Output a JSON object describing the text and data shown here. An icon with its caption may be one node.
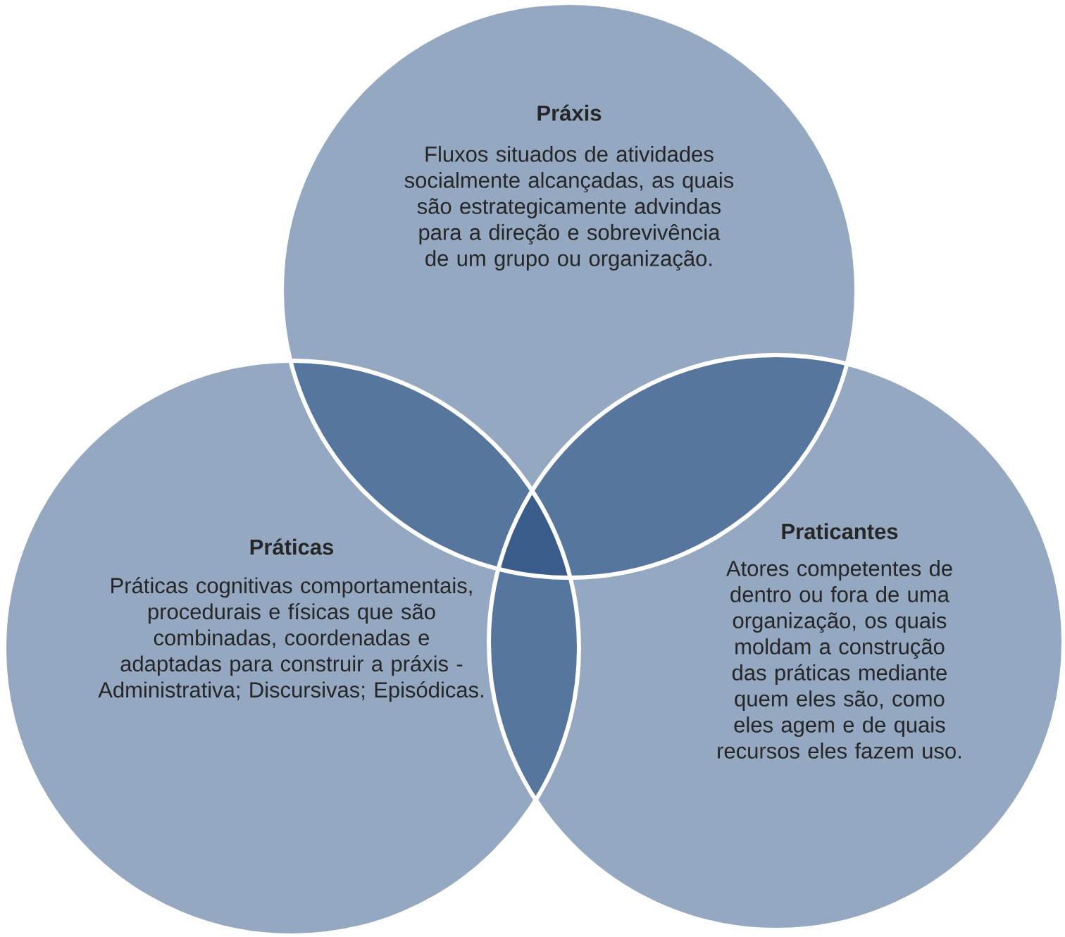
{
  "diagram": {
    "nodes": [
      {
        "text": [
          "Práxis",
          "Fluxos situados de atividades socialmente alcançadas, as quais são estrategicamente advindas para a direção e sobrevivência de um grupo ou organização."
        ]
      },
      {
        "text": [
          "Práticas",
          "Práticas cognitivas comportamentais, procedurais e físicas que são combinadas, coordenadas e adaptadas para construir a práxis - Administrativa; Discursivas; Episódicas."
        ]
      },
      {
        "text": [
          "Praticantes",
          "Atores competentes de dentro ou fora de uma organização, os quais moldam a construção das práticas mediante quem eles são, como eles agem e de quais recursos eles fazem uso."
        ]
      }
    ]
  }
}
